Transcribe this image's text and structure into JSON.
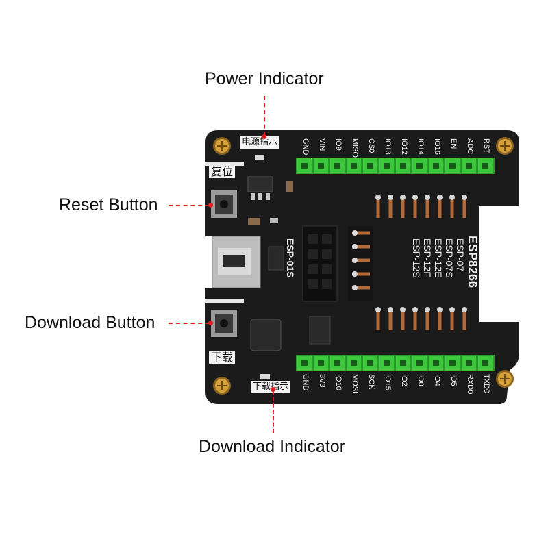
{
  "callouts": {
    "power_indicator": "Power Indicator",
    "reset_button": "Reset Button",
    "download_button": "Download Button",
    "download_indicator": "Download Indicator"
  },
  "board": {
    "label_power": "电源指示",
    "label_reset": "复位",
    "label_download": "下载",
    "label_download_ind": "下载指示",
    "esp01s": "ESP-01S",
    "title": "ESP8266",
    "modules": [
      "ESP-07",
      "ESP-07S",
      "ESP-12E",
      "ESP-12F",
      "ESP-12S"
    ],
    "top_pins": [
      "GND",
      "VIN",
      "IO9",
      "MISO",
      "CS0",
      "IO13",
      "IO12",
      "IO14",
      "IO16",
      "EN",
      "ADC",
      "RST"
    ],
    "bottom_pins": [
      "GND",
      "3V3",
      "IO10",
      "MOSI",
      "SCK",
      "IO15",
      "IO2",
      "IO0",
      "IO4",
      "IO5",
      "RXD0",
      "TXD0"
    ]
  },
  "colors": {
    "pcb": "#1b1b1b",
    "header": "#3cc83c",
    "marker": "#e02020",
    "screw": "#c9962e"
  }
}
